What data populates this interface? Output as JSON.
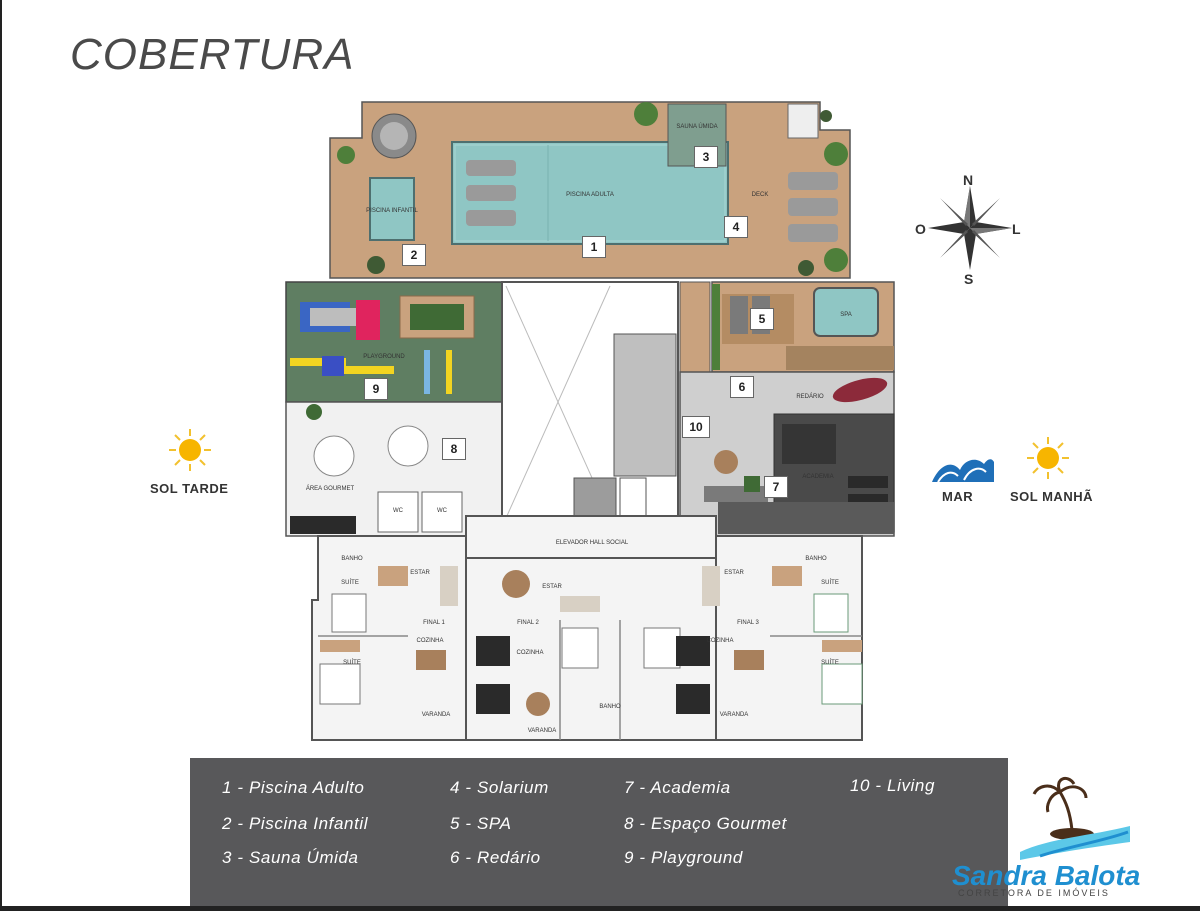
{
  "title": "COBERTURA",
  "compass": {
    "n": "N",
    "o": "O",
    "l": "L",
    "s": "S"
  },
  "sun": {
    "left": "SOL TARDE",
    "right": "SOL MANHÃ",
    "sea": "MAR"
  },
  "plan_labels": {
    "piscina_adulta": "PISCINA ADULTA",
    "piscina_infantil": "PISCINA INFANTIL",
    "sauna": "SAUNA ÚMIDA",
    "deck": "DECK",
    "spa": "SPA",
    "playground": "PLAYGROUND",
    "redario": "REDÁRIO",
    "academia": "ACADEMIA",
    "area_gourmet": "ÁREA GOURMET",
    "wc1": "WC",
    "wc2": "WC",
    "hall": "ELEVADOR HALL SOCIAL",
    "final1": "FINAL 1",
    "final2": "FINAL 2",
    "final3": "FINAL 3",
    "estar1": "ESTAR",
    "estar2": "ESTAR",
    "estar3": "ESTAR",
    "suite1": "SUÍTE",
    "suite2": "SUÍTE",
    "suite3": "SUÍTE",
    "suite4": "SUÍTE",
    "cozinha1": "COZINHA",
    "cozinha2": "COZINHA",
    "cozinha3": "COZINHA",
    "varanda1": "VARANDA",
    "varanda2": "VARANDA",
    "varanda3": "VARANDA",
    "banho1": "BANHO",
    "banho2": "BANHO",
    "banho3": "BANHO"
  },
  "markers": [
    "1",
    "2",
    "3",
    "4",
    "5",
    "6",
    "7",
    "8",
    "9",
    "10"
  ],
  "legend": [
    "1 - Piscina Adulto",
    "2 - Piscina Infantil",
    "3 - Sauna Úmida",
    "4 - Solarium",
    "5 - SPA",
    "6 - Redário",
    "7 - Academia",
    "8 - Espaço Gourmet",
    "9 - Playground",
    "10 - Living"
  ],
  "brand": {
    "name": "Sandra Balota",
    "subtitle": "CORRETORA DE IMÓVEIS"
  },
  "colors": {
    "deck": "#c9a27e",
    "pool": "#8fc6c4",
    "playground": "#5f7e62",
    "legend_bg": "#58585a",
    "brand": "#1f8fd0"
  }
}
